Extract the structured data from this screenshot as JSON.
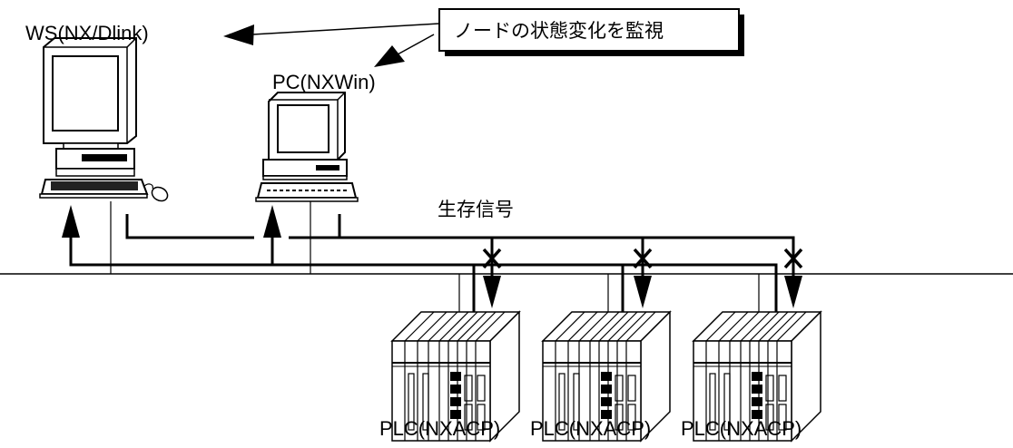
{
  "labels": {
    "ws": "WS(NX/Dlink)",
    "pc": "PC(NXWin)",
    "monitor_callout": "ノードの状態変化を監視",
    "signal": "生存信号",
    "plcs": [
      "PLC(NXACP)",
      "PLC(NXACP)",
      "PLC(NXACP)"
    ]
  },
  "colors": {
    "line": "#000000",
    "background": "#ffffff"
  }
}
